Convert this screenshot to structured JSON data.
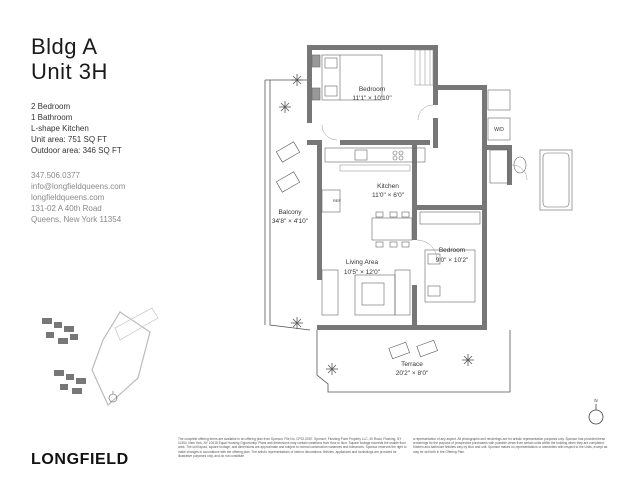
{
  "header": {
    "line1": "Bldg A",
    "line2": "Unit 3H"
  },
  "specs": [
    "2 Bedroom",
    "1 Bathroom",
    "L-shape Kitchen",
    "Unit area: 751 SQ FT",
    "Outdoor area: 346 SQ FT"
  ],
  "contact": [
    "347.506.0377",
    "info@longfieldqueens.com",
    "longfieldqueens.com",
    "131-02 A 40th Road",
    "Queens, New York 11354"
  ],
  "brand": "LONGFIELD",
  "rooms": [
    {
      "name": "Bedroom",
      "dims": "11'1\" × 10'10\""
    },
    {
      "name": "Kitchen",
      "dims": "11'0\" × 6'0\""
    },
    {
      "name": "Balcony",
      "dims": "34'8\" × 4'10\""
    },
    {
      "name": "Living Area",
      "dims": "10'5\" × 12'0\""
    },
    {
      "name": "Bedroom",
      "dims": "9'0\" × 10'2\""
    },
    {
      "name": "Terrace",
      "dims": "20'2\" × 8'0\""
    }
  ],
  "fixtures": {
    "washer_dryer": "W/D",
    "refrigerator": "REF"
  },
  "compass": "N",
  "disclaimer": {
    "left": "The complete offering terms are available in an offering plan from Sponsor. File No. CP22-0057. Sponsor: Flushing Point Property LLC, 40 Road, Flushing, NY 11354. New York, NY 10018 Equal Housing Opportunity. Plans and dimensions may contain variations from floor to floor. Square footage exceeds the usable floor area. The unit layout, square footage, and dimensions are approximate and subject to normal construction variances and tolerances. Sponsor reserves the right to make changes in accordance with the offering plan. The artist's representations of interior decorations, finishes, appliances and furnishings are provided for illustrative purposes only, and do not constitute",
    "right": "a representation of any aspect. All photographs and renderings are for artistic representation purposes only. Sponsor has provided these renderings for the purpose of prospective purchasers with possible views from certain units within the building when they are completed. Kitchen and bathroom finishes vary by floor and unit. Sponsor makes no representations or warranties with respect to the Units, except as may be set forth in the Offering Plan."
  }
}
